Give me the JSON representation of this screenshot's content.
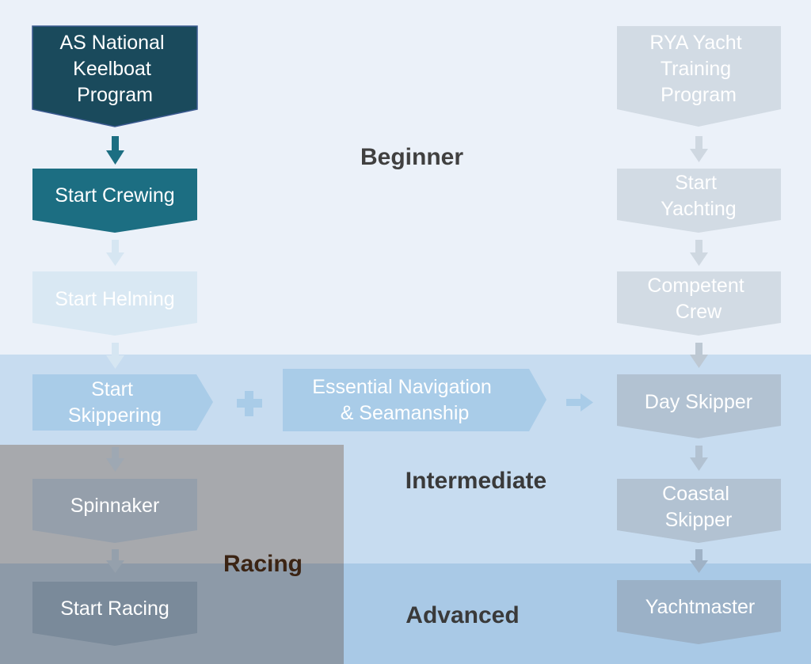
{
  "zones": {
    "beginner": "Beginner",
    "intermediate": "Intermediate",
    "advanced": "Advanced",
    "racing": "Racing"
  },
  "boxes": {
    "as_keelboat": [
      "AS National",
      "Keelboat",
      "Program"
    ],
    "start_crewing": [
      "Start Crewing"
    ],
    "start_helming": [
      "Start Helming"
    ],
    "start_skippering": [
      "Start",
      "Skippering"
    ],
    "essential_nav": [
      "Essential Navigation",
      "& Seamanship"
    ],
    "spinnaker": [
      "Spinnaker"
    ],
    "start_racing": [
      "Start Racing"
    ],
    "rya_program": [
      "RYA Yacht",
      "Training",
      "Program"
    ],
    "start_yachting": [
      "Start",
      "Yachting"
    ],
    "competent_crew": [
      "Competent",
      "Crew"
    ],
    "day_skipper": [
      "Day Skipper"
    ],
    "coastal_skipper": [
      "Coastal",
      "Skipper"
    ],
    "yachtmaster": [
      "Yachtmaster"
    ]
  },
  "symbols": {
    "plus": "+"
  },
  "colors": {
    "beginner_bg": "#ebf1f9",
    "intermediate_bg": "#c7dcf0",
    "advanced_bg": "#a9c9e6",
    "racing_bg": "#a7a9ad",
    "racing_advanced_bg": "#8d9aa8",
    "highlight_dark": "#1a4a5c",
    "highlight_teal": "#1c6e82"
  }
}
